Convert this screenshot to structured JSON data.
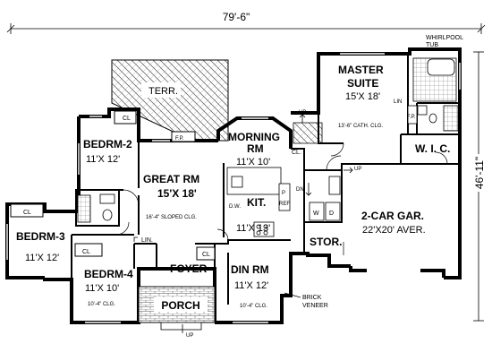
{
  "dimensions": {
    "width": "79'-6\"",
    "depth": "46'-11\""
  },
  "rooms": {
    "terrace": "TERR.",
    "great_room": {
      "name": "GREAT RM",
      "size": "15'X 18'",
      "note": "16'-4\" SLOPED CLG."
    },
    "morning_room": {
      "name": "MORNING",
      "name2": "RM",
      "size": "11'X 10'"
    },
    "kitchen": {
      "name": "KIT.",
      "size": "11'X 13'"
    },
    "master_suite": {
      "name": "MASTER",
      "name2": "SUITE",
      "size": "15'X 18'",
      "note": "13'-6\" CATH. CLG."
    },
    "whirlpool": {
      "line1": "WHIRLPOOL",
      "line2": "TUB"
    },
    "wic": "W. I. C.",
    "garage": {
      "name": "2-CAR GAR.",
      "size": "22'X20' AVER."
    },
    "storage": "STOR.",
    "bedroom2": {
      "name": "BEDRM-2",
      "size": "11'X 12'"
    },
    "bedroom3": {
      "name": "BEDRM-3",
      "size": "11'X 12'"
    },
    "bedroom4": {
      "name": "BEDRM-4",
      "size": "11'X 10'",
      "note": "10'-4\" CLG."
    },
    "foyer": "FOYER",
    "dining": {
      "name": "DIN RM",
      "size": "11'X 12'",
      "note": "10'-4\" CLG."
    },
    "porch": "PORCH",
    "brick_veneer": {
      "line1": "BRICK",
      "line2": "VENEER"
    }
  },
  "small_labels": {
    "closet": "CL",
    "closet_dot": "CL.",
    "linen": "LIN.",
    "linen_short": "LIN",
    "fireplace": "F.P.",
    "up": "UP",
    "dn": "DN.",
    "dw": "D.W.",
    "pantry": "P",
    "refrigerator": "REF",
    "washer": "W",
    "dryer": "D"
  },
  "colors": {
    "ink": "#000000",
    "paper": "#ffffff",
    "hatch": "#555555"
  }
}
